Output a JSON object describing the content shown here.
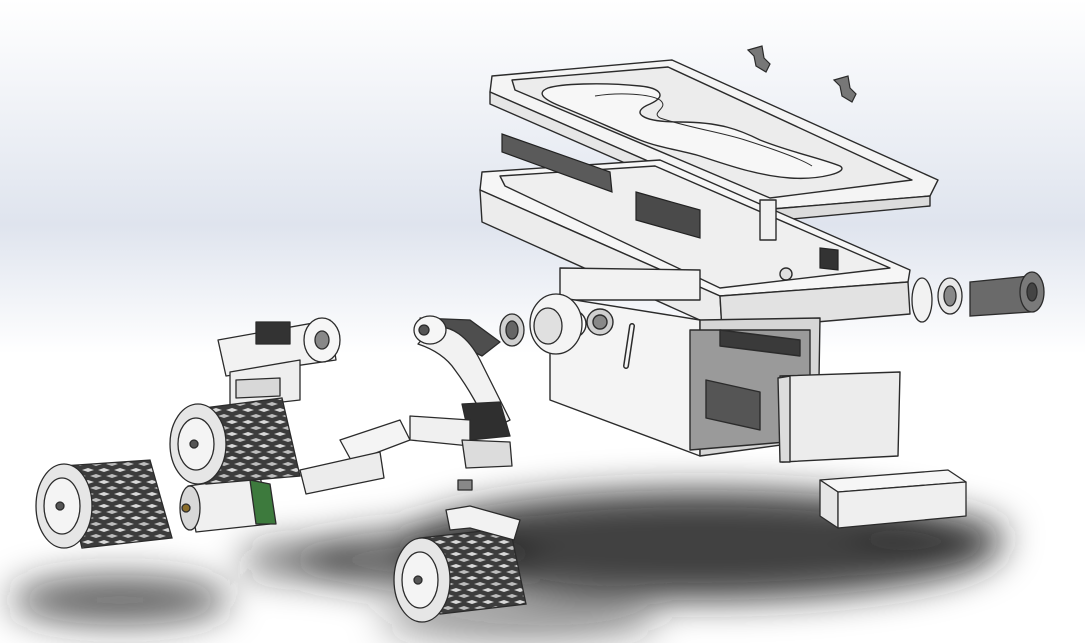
{
  "scene": {
    "kind": "cad-exploded-assembly-render",
    "parts": [
      "chassis-lid",
      "electronics-box",
      "rocker-arm",
      "bogie-arm",
      "wheel",
      "wheel",
      "wheel",
      "motor",
      "battery-pack",
      "axle-bushing",
      "clip"
    ],
    "colors": {
      "background_top": "#f4f6fa",
      "background_bottom": "#ffffff",
      "part_fill": "#f2f2f2",
      "part_edge": "#2b2b2b",
      "dark_part": "#4a4a4a",
      "tread_dark": "#3a3a3a",
      "shadow": "#1e1e1e"
    }
  }
}
